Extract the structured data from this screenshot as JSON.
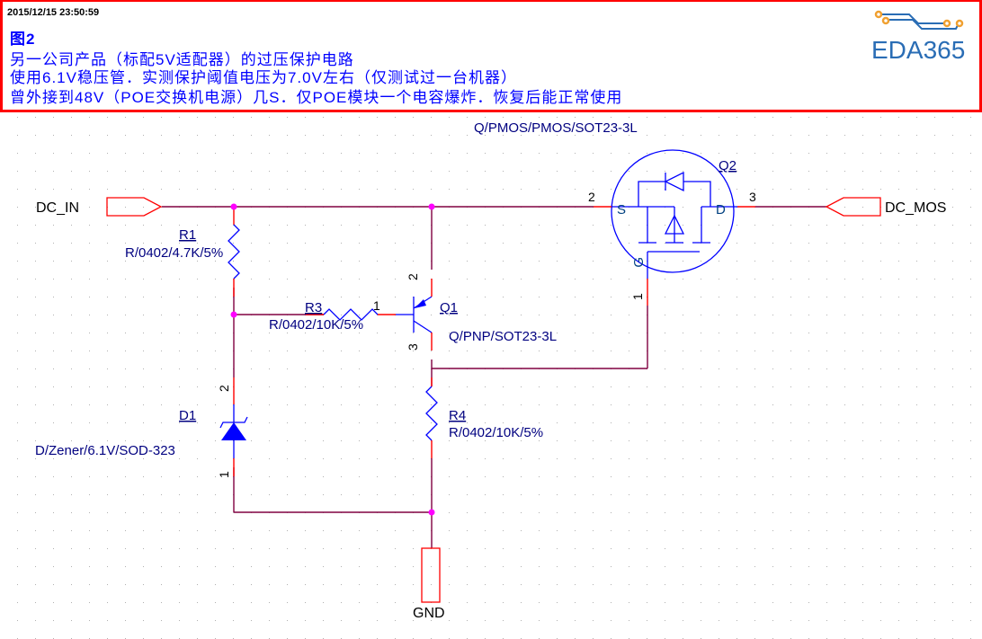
{
  "header": {
    "timestamp": "2015/12/15 23:50:59",
    "title": "图2",
    "lines": [
      "另一公司产品（标配5V适配器）的过压保护电路",
      "使用6.1V稳压管．实测保护阈值电压为7.0V左右（仅测试过一台机器）",
      "曾外接到48V（POE交换机电源）几S．仅POE模块一个电容爆炸．恢复后能正常使用"
    ],
    "logo_text": "EDA365"
  },
  "colors": {
    "wire": "#800040",
    "pin_stub": "#ff0000",
    "symbol": "#0000ff",
    "junction": "#ff00ff",
    "header_border": "#ff0000",
    "note_text": "#0000ff",
    "logo_blue": "#2a6db5",
    "logo_orange": "#f0a030"
  },
  "ports": {
    "dc_in": "DC_IN",
    "dc_mos": "DC_MOS",
    "gnd": "GND"
  },
  "components": {
    "r1": {
      "ref": "R1",
      "value": "R/0402/4.7K/5%"
    },
    "r3": {
      "ref": "R3",
      "value": "R/0402/10K/5%",
      "pin": "1"
    },
    "r4": {
      "ref": "R4",
      "value": "R/0402/10K/5%"
    },
    "d1": {
      "ref": "D1",
      "value": "D/Zener/6.1V/SOD-323",
      "pin_top": "2",
      "pin_bottom": "1"
    },
    "q1": {
      "ref": "Q1",
      "value": "Q/PNP/SOT23-3L",
      "pin_emitter": "2",
      "pin_collector": "3"
    },
    "q2": {
      "ref": "Q2",
      "value": "Q/PMOS/PMOS/SOT23-3L",
      "pin_source": "2",
      "pin_drain": "3",
      "pin_gate": "1",
      "label_s": "S",
      "label_d": "D",
      "label_g": "G"
    }
  }
}
